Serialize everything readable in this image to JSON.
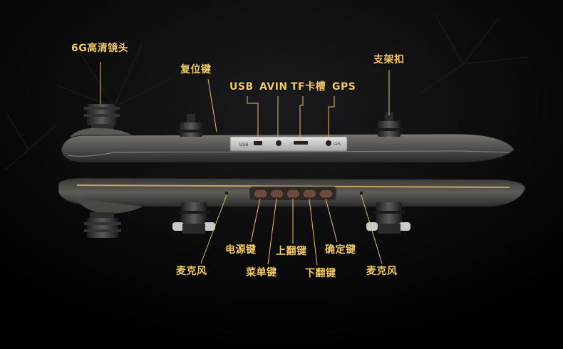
{
  "colors": {
    "background": "#000000",
    "label": "#f3ca69",
    "leader_line": "#e2c07a",
    "device_body": "#5a5754",
    "accent_stripe": "#c7a25e"
  },
  "top_view": {
    "labels": {
      "camera": "6G高清镜头",
      "reset": "复位键",
      "usb": "USB",
      "avin": "AVIN",
      "tf": "TF卡槽",
      "gps": "GPS",
      "bracket": "支架扣"
    },
    "port_panel_tiny": {
      "usb": "USB",
      "gps": "GPS"
    }
  },
  "bottom_view": {
    "labels": {
      "mic_left": "麦克风",
      "power": "电源键",
      "menu": "菜单键",
      "page_up": "上翻键",
      "page_down": "下翻键",
      "confirm": "确定键",
      "mic_right": "麦克风"
    }
  }
}
